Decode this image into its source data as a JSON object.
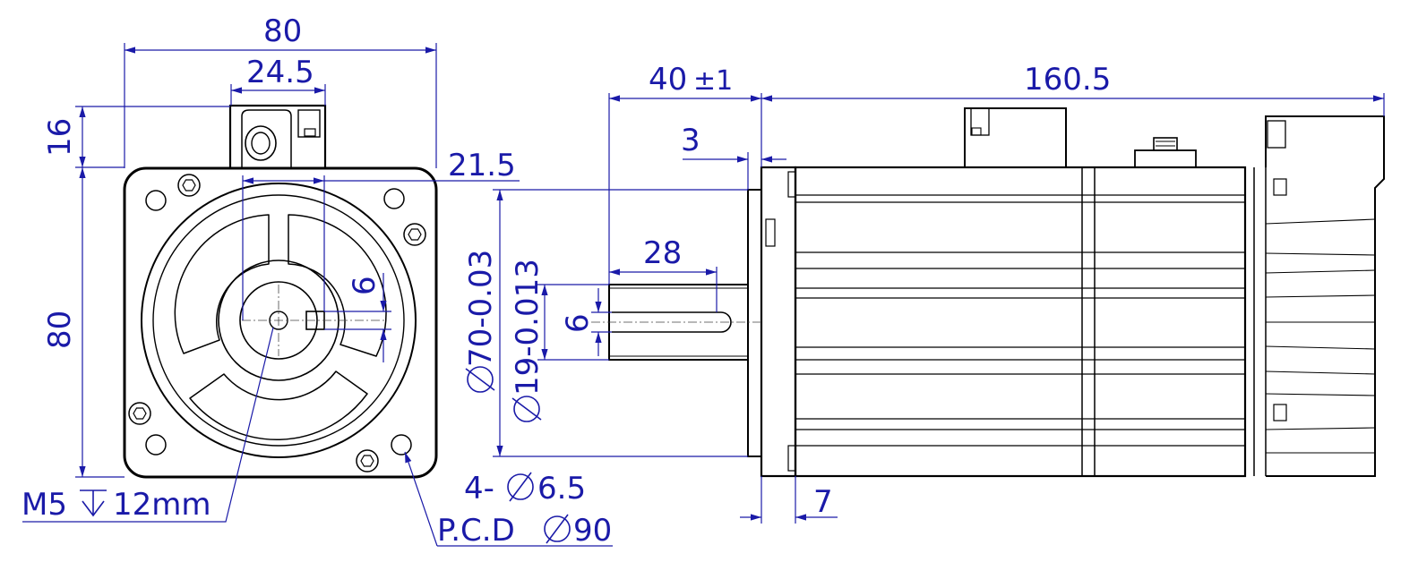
{
  "colors": {
    "dimension": "#1a1aa8",
    "outline": "#000000"
  },
  "front_view": {
    "overall_width": "80",
    "connector_width": "24.5",
    "connector_height": "16",
    "overall_height": "80",
    "shaft_offset": "21.5",
    "key_height": "6",
    "mounting_holes": "4-",
    "mounting_hole_dia": "6.5",
    "thread": "M5",
    "thread_depth": "12mm",
    "pcd": "P.C.D",
    "pcd_dia": "90"
  },
  "side_view": {
    "shaft_length": "40",
    "shaft_tol": "±1",
    "body_length": "160.5",
    "flange_step": "3",
    "key_length": "28",
    "key_width": "6",
    "pilot_dia": "70-0.03",
    "shaft_dia": "19-0.013",
    "flange_thickness": "7"
  }
}
